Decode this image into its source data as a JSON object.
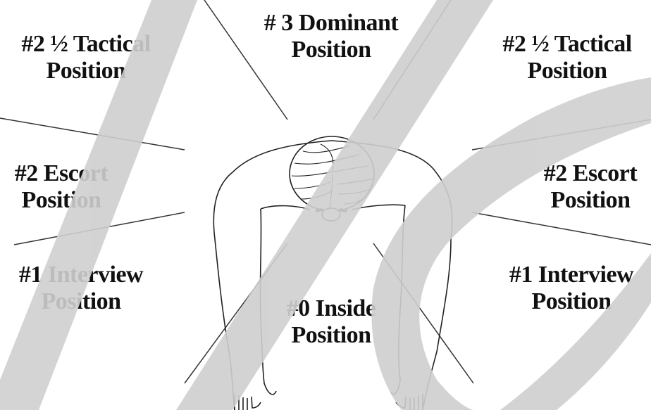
{
  "positions": {
    "dominant": {
      "line1": "# 3 Dominant",
      "line2": "Position"
    },
    "tactical_left": {
      "line1": "#2 ½ Tactical",
      "line2": "Position"
    },
    "tactical_right": {
      "line1": "#2 ½ Tactical",
      "line2": "Position"
    },
    "escort_left": {
      "line1": "#2 Escort",
      "line2": "Position"
    },
    "escort_right": {
      "line1": "#2 Escort",
      "line2": "Position"
    },
    "interview_left": {
      "line1": "#1 Interview",
      "line2": "Position"
    },
    "interview_right": {
      "line1": "#1 Interview",
      "line2": "Position"
    },
    "inside": {
      "line1": "#0 Inside",
      "line2": "Position"
    }
  },
  "colors": {
    "ink": "#111111",
    "line": "#333333",
    "watermark": "#cfcfcf",
    "background": "#ffffff"
  }
}
